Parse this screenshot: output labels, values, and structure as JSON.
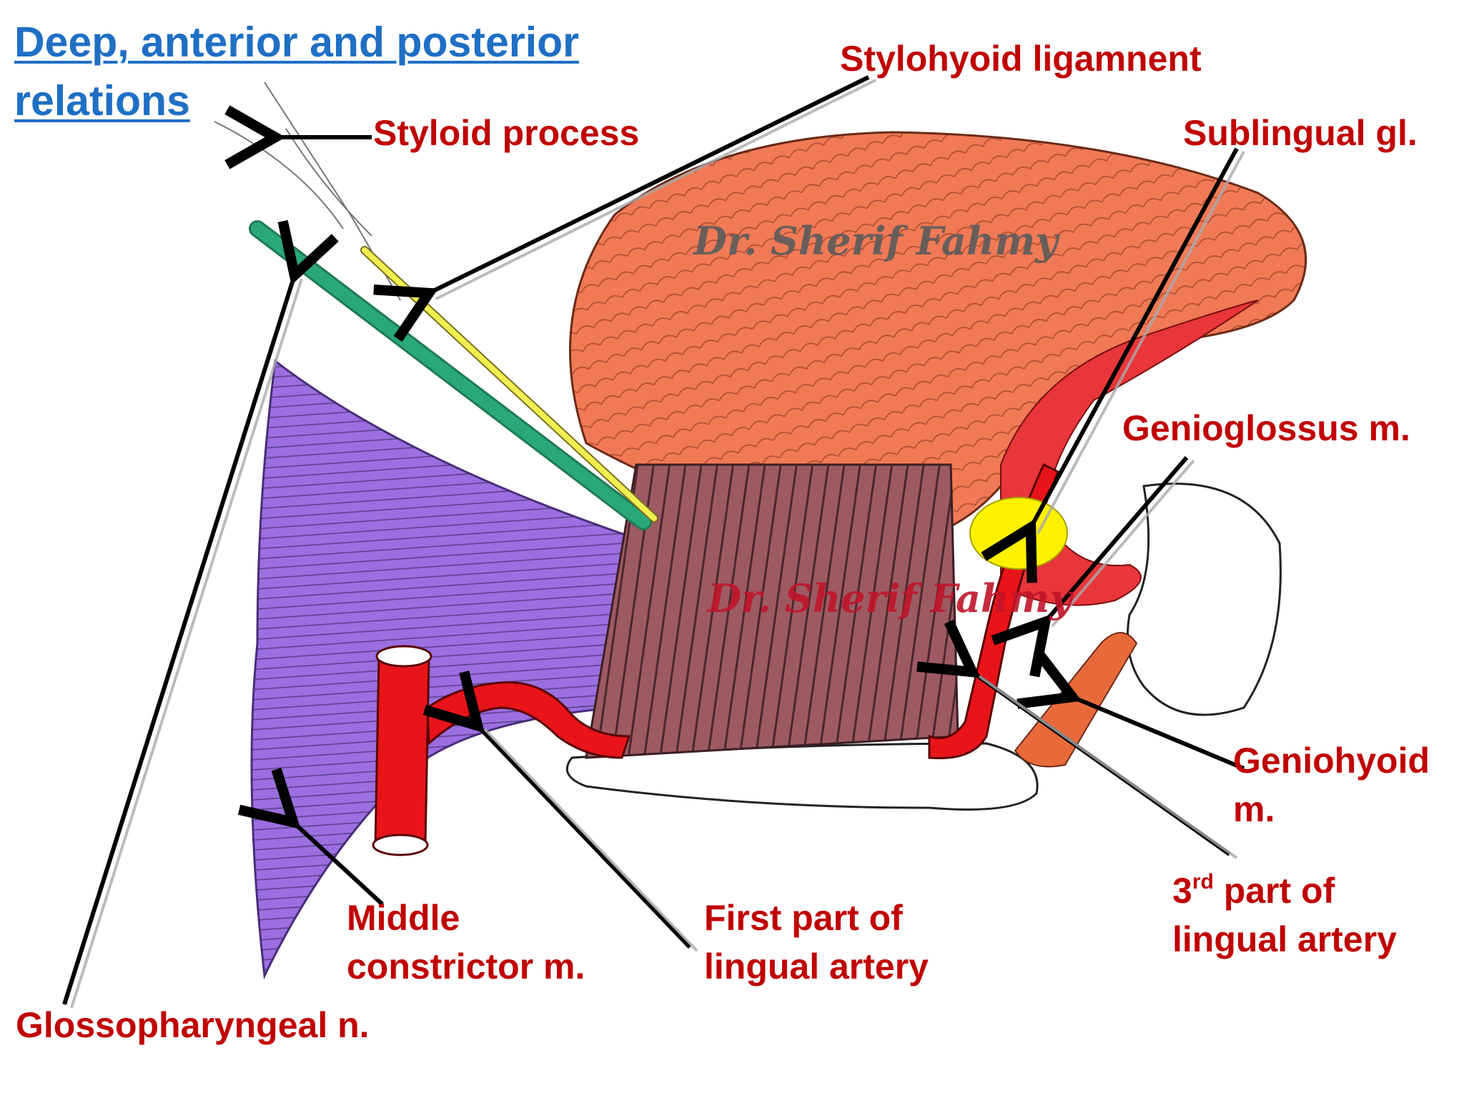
{
  "title": "Deep, anterior and posterior relations",
  "watermark": "Dr. Sherif Fahmy",
  "labels": {
    "styloid_process": "Styloid process",
    "stylohyoid_ligament": "Stylohyoid ligamnent",
    "sublingual_gland": "Sublingual gl.",
    "genioglossus": "Genioglossus m.",
    "geniohyoid_line1": "Geniohyoid",
    "geniohyoid_line2": "m.",
    "third_part_num": "3",
    "third_part_sup": "rd",
    "third_part_line1_rest": " part of",
    "third_part_line2": "lingual artery",
    "first_part_line1": "First part of",
    "first_part_line2": "lingual artery",
    "middle_constrictor_line1": "Middle",
    "middle_constrictor_line2": "constrictor m.",
    "glossopharyngeal": "Glossopharyngeal n."
  },
  "colors": {
    "title": "#1f6fc5",
    "label": "#c00000",
    "tongue": "#f07a55",
    "hyoglossus": "#9e5a63",
    "constrictor": "#9b6fe0",
    "artery": "#e8141a",
    "nerve": "#2aa878",
    "ligament": "#f2ee52",
    "gland": "#fff200"
  }
}
